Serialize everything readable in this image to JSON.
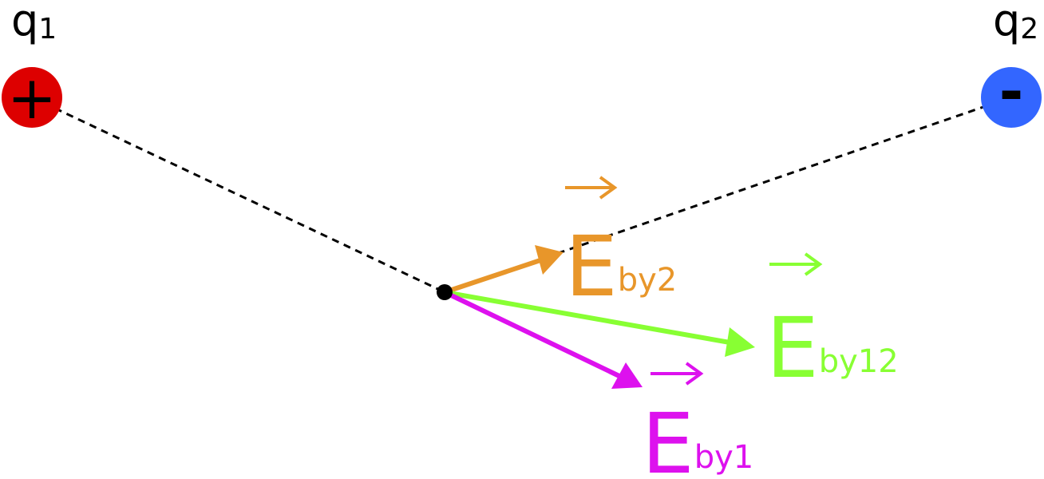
{
  "charges": {
    "q1": {
      "symbol": "q",
      "subscript": "1",
      "sign": "+",
      "color": "#dd0000"
    },
    "q2": {
      "symbol": "q",
      "subscript": "2",
      "sign": "-",
      "color": "#3366ff"
    }
  },
  "test_point": {
    "color": "#000000"
  },
  "vectors": {
    "by2": {
      "symbol": "E",
      "subscript": "by2",
      "arrow_glyph": "→",
      "color": "#e8962a"
    },
    "by12": {
      "symbol": "E",
      "subscript": "by12",
      "arrow_glyph": "→",
      "color": "#88ff33"
    },
    "by1": {
      "symbol": "E",
      "subscript": "by1",
      "arrow_glyph": "→",
      "color": "#dd11ee"
    }
  },
  "line_style": {
    "dashed_color": "#000000"
  }
}
